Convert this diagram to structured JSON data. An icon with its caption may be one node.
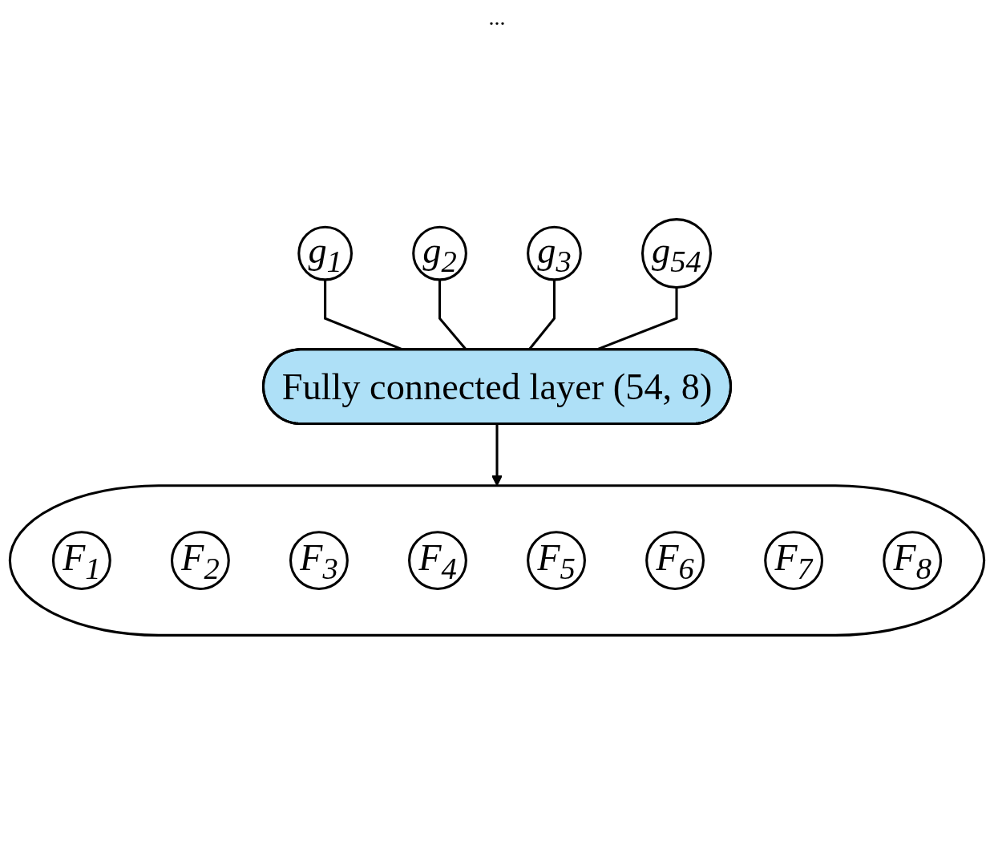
{
  "diagram": {
    "nodes": [
      {
        "text": [
          "g$_{1}$"
        ]
      },
      {
        "text": [
          "g$_{2}$"
        ]
      },
      {
        "text": [
          "g$_{3}$"
        ]
      },
      {
        "text": [
          "g$_{54}$"
        ]
      },
      {
        "text": [
          "Fully connected layer (54, 8)"
        ]
      },
      {
        "text": [],
        "shape": "box"
      },
      {
        "text": [
          "F$_{1}$"
        ],
        "in": 5
      },
      {
        "text": [
          "F$_{2}$"
        ],
        "in": 5
      },
      {
        "text": [
          "F$_{3}$"
        ],
        "in": 5
      },
      {
        "text": [
          "F$_{4}$"
        ],
        "in": 5
      },
      {
        "text": [
          "F$_{5}$"
        ],
        "in": 5
      },
      {
        "text": [
          "F$_{6}$"
        ],
        "in": 5
      },
      {
        "text": [
          "F$_{7}$"
        ],
        "in": 5
      },
      {
        "text": [
          "F$_{8}$"
        ],
        "in": 5
      }
    ],
    "edges": [
      {
        "from": 0,
        "to": 4,
        "arrow": "none"
      },
      {
        "from": 1,
        "to": 4,
        "arrow": "none"
      },
      {
        "from": 2,
        "to": 4,
        "arrow": "none"
      },
      {
        "from": 3,
        "to": 4,
        "arrow": "none"
      },
      {
        "from": 4,
        "to": 5,
        "arrow": "to"
      }
    ],
    "labels": [
      "..."
    ]
  }
}
